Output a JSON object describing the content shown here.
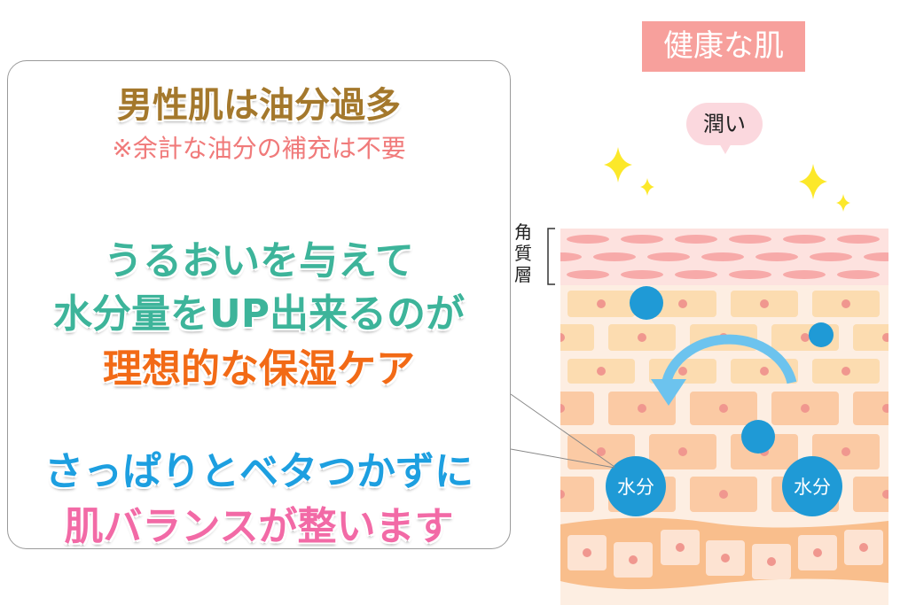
{
  "left_panel": {
    "title": "男性肌は油分過多",
    "subtitle": "※余計な油分の補充は不要",
    "green_line_1": "うるおいを与えて",
    "green_line_2": "水分量をUP出来るのが",
    "orange_line": "理想的な保湿ケア",
    "blue_line": "さっぱりとベタつかずに",
    "pink_line": "肌バランスが整います"
  },
  "diagram": {
    "header": "健康な肌",
    "bubble": "潤い",
    "layer_label": [
      "角",
      "質",
      "層"
    ],
    "water_label": "水分",
    "colors": {
      "header": "#f7a09c",
      "water": "#1f9ad6",
      "arrow": "#6cc3ee",
      "sparkle": "#fce82a"
    }
  }
}
